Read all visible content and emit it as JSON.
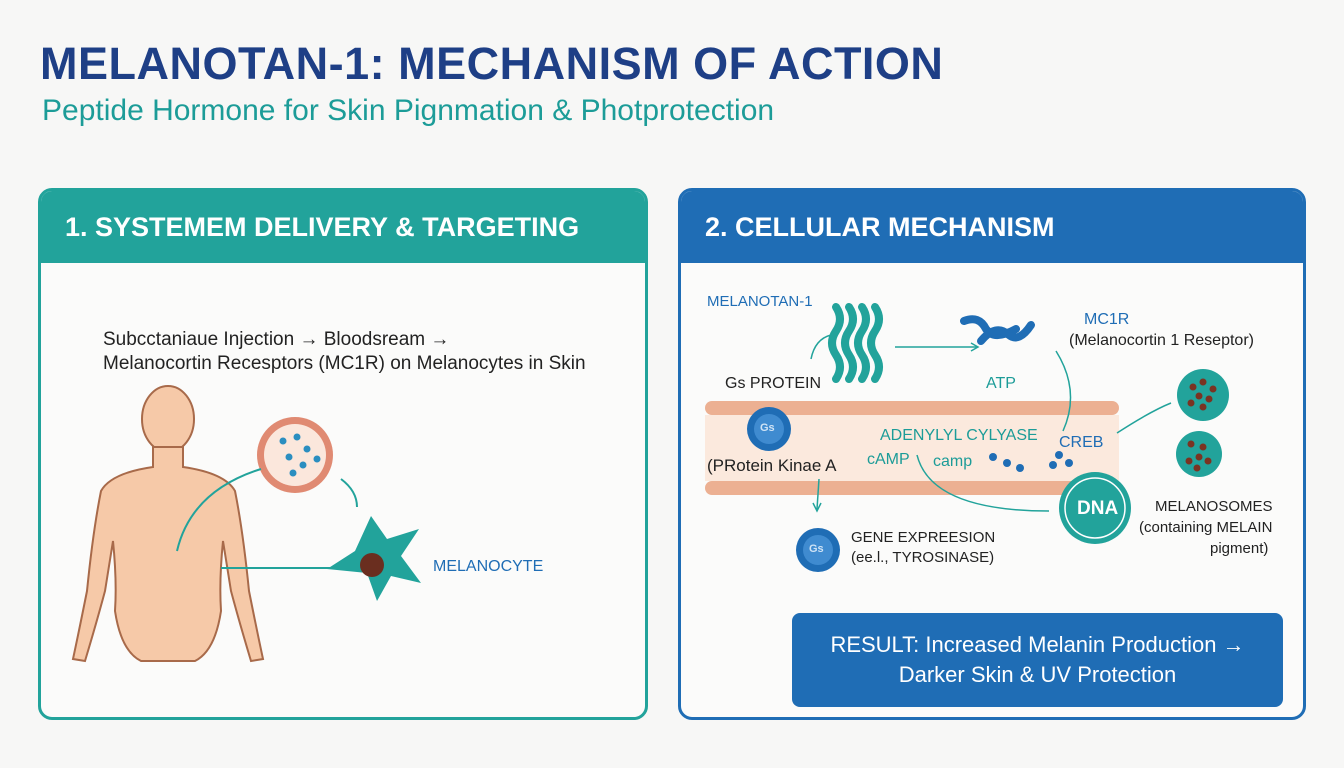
{
  "header": {
    "title": "MELANOTAN-1: MECHANISM OF ACTION",
    "subtitle": "Peptide Hormone for Skin Pignmation & Photprotection"
  },
  "panel1": {
    "title": "1. SYSTEMEM DELIVERY & TARGETING",
    "line1": "Subcctaniaue Injection → Bloodsream →",
    "line2": "Melanocortin Recesptors (MC1R) on Melanocytes in Skin",
    "melanocyte_label": "MELANOCYTE"
  },
  "panel2": {
    "title": "2. CELLULAR MECHANISM",
    "melanotan": "MELANOTAN-1",
    "mc1r": "MC1R",
    "mc1r_full": "(Melanocortin 1 Reseptor)",
    "gs_protein": "Gs PROTEIN",
    "atp": "ATP",
    "gs": "Gs",
    "pka": "(PRotein Kinae A",
    "adenylyl": "ADENYLYL CYLYASE",
    "camp1": "cAMP",
    "camp2": "camp",
    "creb": "CREB",
    "dna": "DNA",
    "gene1": "GENE EXPREESION",
    "gene2": "(ee.l., TYROSINASE)",
    "melanosomes": "MELANOSOMES",
    "melanosomes2": "(containing MELAIN",
    "melanosomes3": "pigment)",
    "result1": "RESULT: Increased Melanin Production →",
    "result2": "Darker Skin & UV Protection"
  },
  "colors": {
    "navy": "#1e3f86",
    "teal": "#22a39b",
    "blue": "#1f6db5",
    "skin": "#f6c9a8",
    "membrane": "#ecb092"
  }
}
